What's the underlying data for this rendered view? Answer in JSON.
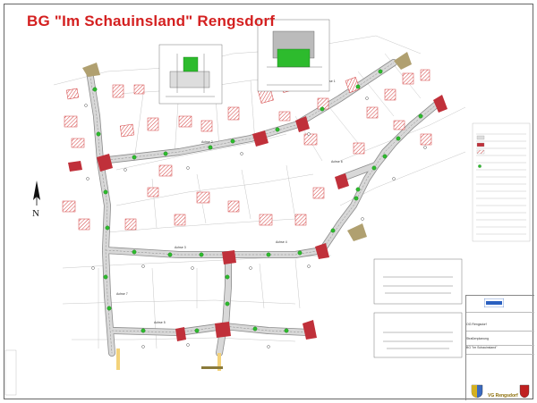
{
  "title": "BG \"Im Schauinsland\" Rengsdorf",
  "north_label": "N",
  "street_labels": [
    "Achse 1",
    "Achse 2",
    "Achse 3",
    "Achse 4",
    "Achse 5",
    "Achse 6",
    "Achse 7"
  ],
  "title_block": {
    "client": "OG Rengsdorf",
    "project": "BG \"Im Schauinsland\"",
    "plan_name": "Straßenplanung",
    "municipality": "VG Rengsdorf"
  },
  "colors": {
    "title": "#d42020",
    "road": "#cfcfcf",
    "building_hatch": "#d44040",
    "tree": "#2dbb2d",
    "traffic_island": "#c0303a"
  },
  "icons": [
    "north-arrow-icon",
    "coat-of-arms-icon",
    "company-logo-icon"
  ]
}
